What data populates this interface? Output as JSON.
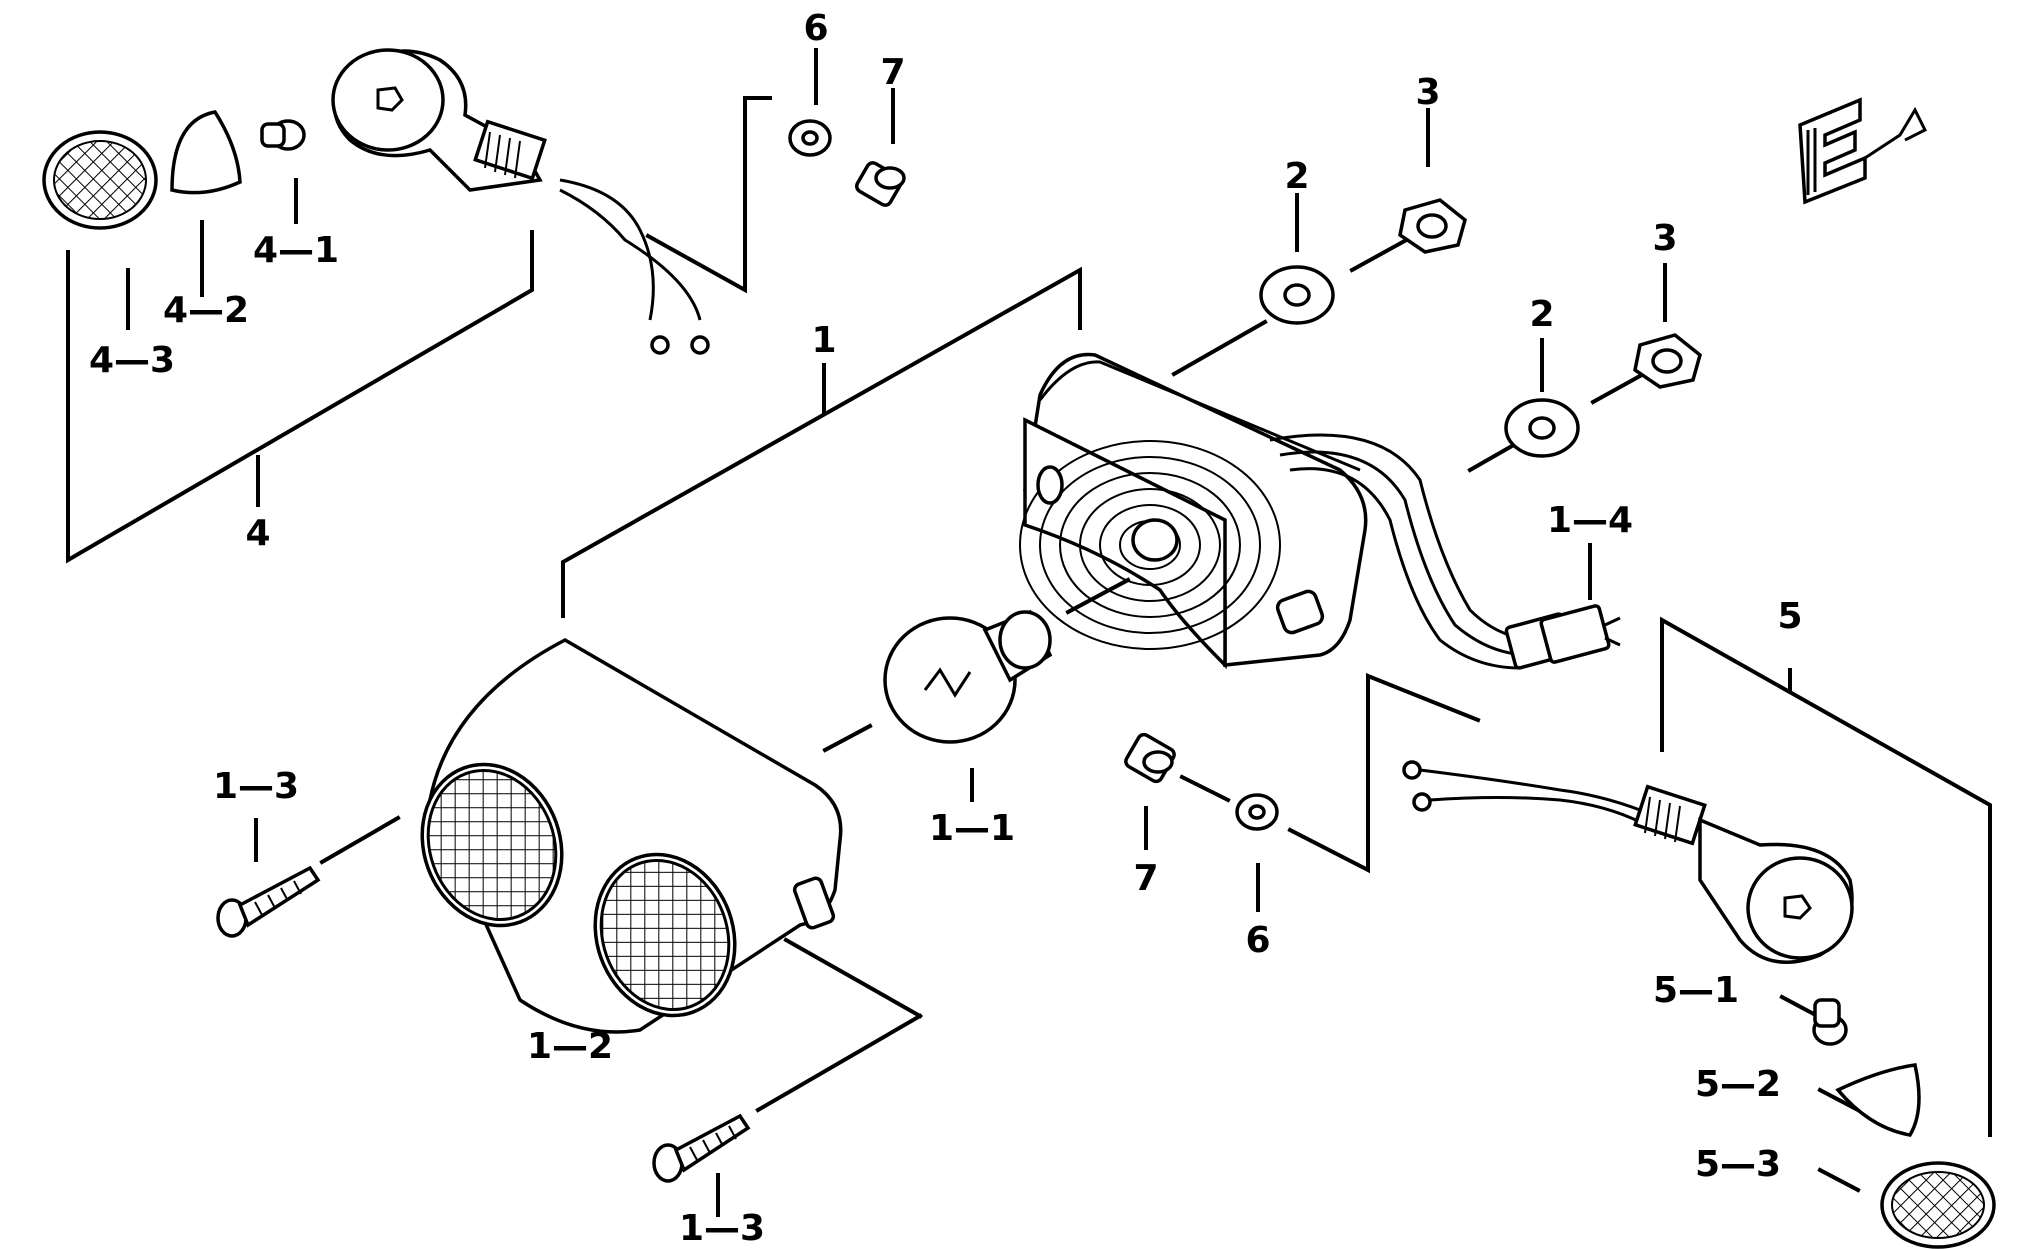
{
  "labels": {
    "l_1": "1",
    "l_1_1": "1—1",
    "l_1_2": "1—2",
    "l_1_3_top": "1—3",
    "l_1_3_bottom": "1—3",
    "l_1_4": "1—4",
    "l_2_upper": "2",
    "l_2_lower": "2",
    "l_3_upper": "3",
    "l_3_lower": "3",
    "l_4": "4",
    "l_4_1": "4—1",
    "l_4_2": "4—2",
    "l_4_3": "4—3",
    "l_5": "5",
    "l_5_1": "5—1",
    "l_5_2": "5—2",
    "l_5_3": "5—3",
    "l_6_top": "6",
    "l_6_bottom": "6",
    "l_7_top": "7",
    "l_7_bottom": "7"
  },
  "colors": {
    "ink": "#000000",
    "paper": "#ffffff"
  },
  "icons": {
    "direction_mark": "front-direction-icon"
  }
}
